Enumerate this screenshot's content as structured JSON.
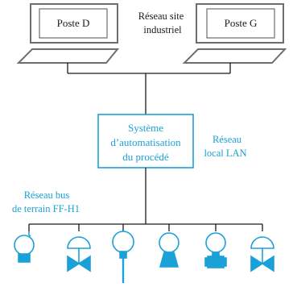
{
  "diagram": {
    "computers": [
      {
        "id": "left",
        "label": "Poste D"
      },
      {
        "id": "right",
        "label": "Poste G"
      }
    ],
    "network_site_label": [
      "Réseau site",
      "industriel"
    ],
    "automation_system_label": [
      "Système",
      "d’automatisation",
      "du procédé"
    ],
    "lan_label": [
      "Réseau",
      "local LAN"
    ],
    "fieldbus_label": [
      "Réseau bus",
      "de terrain FF-H1"
    ],
    "devices": [
      {
        "type": "transmitter"
      },
      {
        "type": "valve"
      },
      {
        "type": "probe"
      },
      {
        "type": "level-transmitter"
      },
      {
        "type": "flow-meter"
      },
      {
        "type": "valve"
      }
    ],
    "colors": {
      "line": "#1a1a1a",
      "monitor": "#6e6e6e",
      "accent": "#1aa1d8",
      "text": "#1a1a1a"
    }
  }
}
